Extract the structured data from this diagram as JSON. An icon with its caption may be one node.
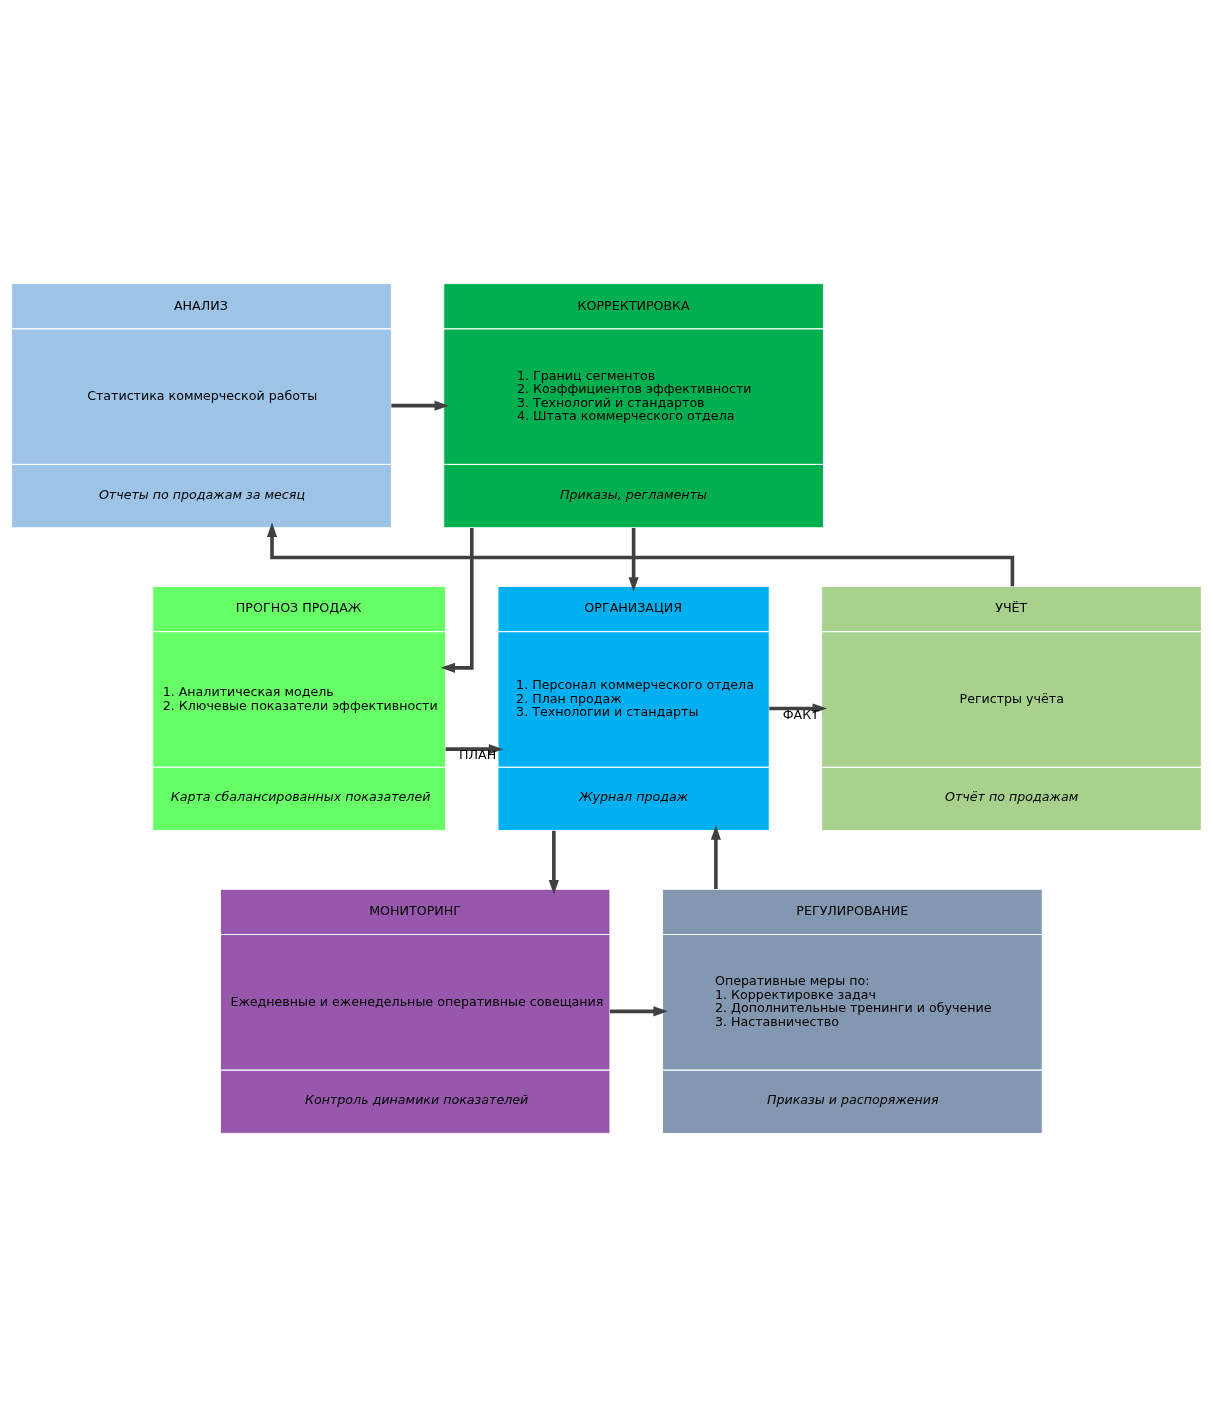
{
  "diagram": {
    "nodes": [
      {
        "text": [
          "КОРРЕКТИРОВКА",
          "1. Границ сегментов",
          "2. Коэффициентов эффективности",
          "3. Технологий и стандартов",
          "4. Штата коммерческого отдела",
          "Приказы, регламенты"
        ]
      },
      {
        "text": [
          "АНАЛИЗ",
          "Статистика коммерческой работы",
          "Отчеты по продажам за месяц"
        ]
      },
      {
        "text": [
          "ПРОГНОЗ ПРОДАЖ",
          "1. Аналитическая модель",
          "2. Ключевые показатели эффективности",
          "Карта сбалансированных показателей"
        ]
      },
      {
        "text": [
          "ОРГАНИЗАЦИЯ",
          "1. Персонал коммерческого отдела",
          "2. План продаж",
          "3. Технологии и стандарты",
          "Журнал продаж"
        ]
      },
      {
        "text": [
          "УЧЁТ",
          "Регистры учёта",
          "Отчёт по продажам"
        ]
      },
      {
        "text": [
          "РЕГУЛИРОВАНИЕ",
          "Оперативные меры по:",
          "1. Корректировке задач",
          "2. Дополнительные тренинги и обучение",
          "3. Наставничество",
          "Приказы и распоряжения"
        ]
      },
      {
        "text": [
          "МОНИТОРИНГ",
          "Ежедневные и еженедельные оперативные совещания",
          "Контроль динамики показателей"
        ]
      }
    ],
    "edges": [
      {
        "from": 1,
        "to": 0,
        "arrow": "to"
      },
      {
        "from": 0,
        "to": 2,
        "arrow": "to"
      },
      {
        "from": 0,
        "to": 3,
        "arrow": "to"
      },
      {
        "from": 2,
        "to": 3,
        "arrow": "to",
        "label": "ПЛАН"
      },
      {
        "from": 3,
        "to": 4,
        "arrow": "to",
        "label": "ФАКТ"
      },
      {
        "from": 3,
        "to": 6,
        "arrow": "to"
      },
      {
        "from": 4,
        "to": 1,
        "arrow": "to"
      },
      {
        "from": 6,
        "to": 5,
        "arrow": "to"
      },
      {
        "from": 5,
        "to": 3,
        "arrow": "to"
      }
    ]
  }
}
